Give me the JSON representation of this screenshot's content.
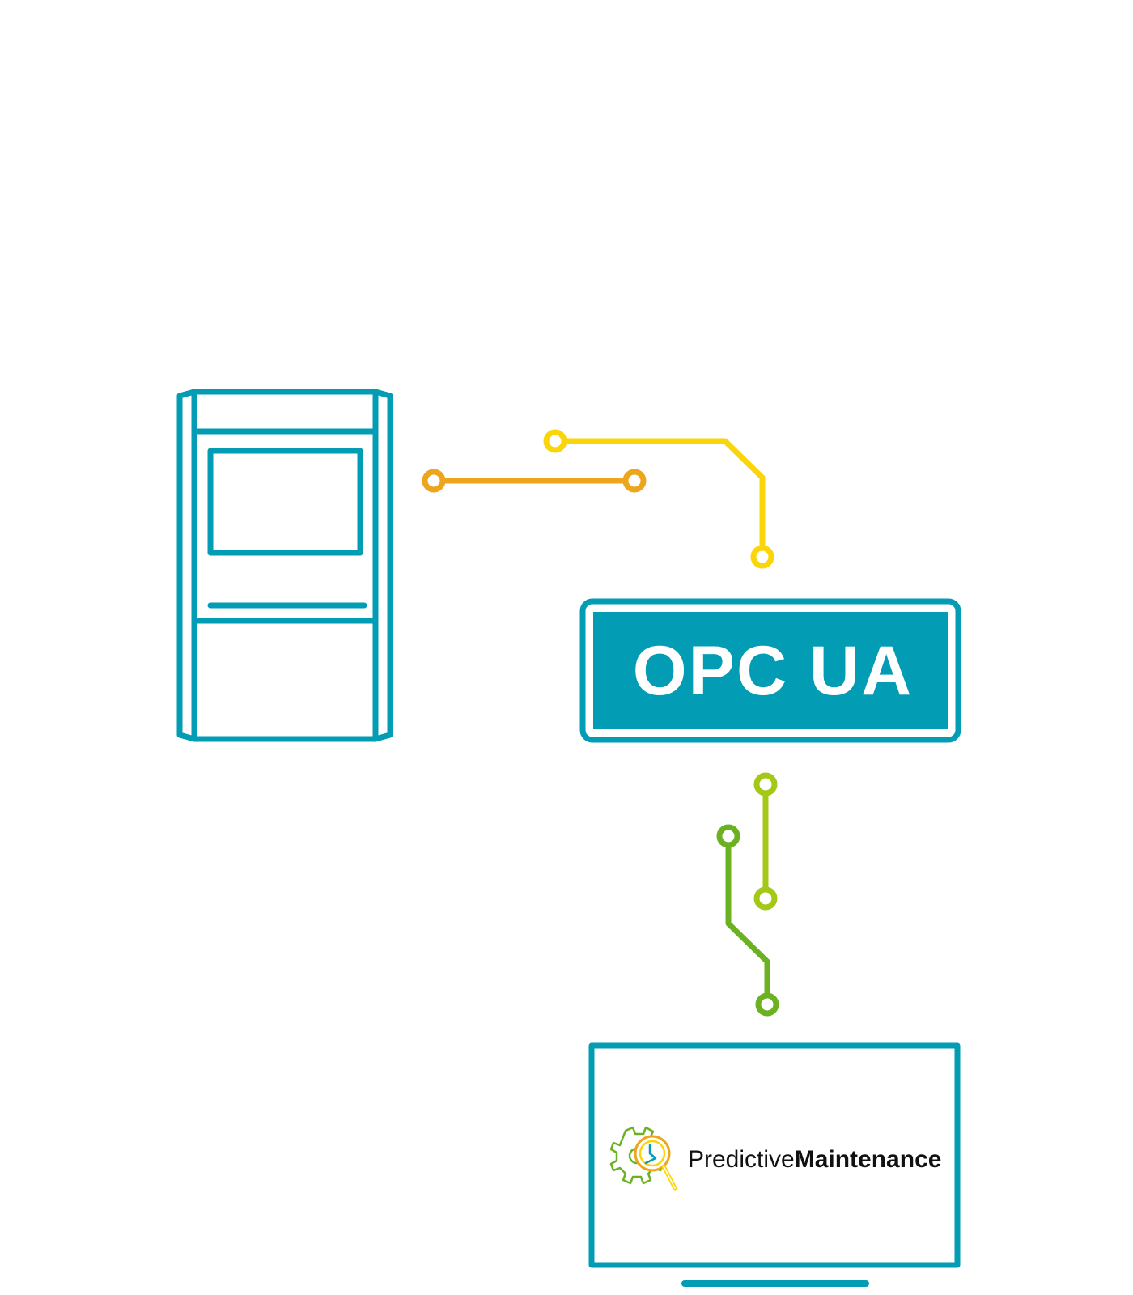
{
  "colors": {
    "primary": "#029cb5",
    "white": "#ffffff",
    "orange": "#eca51c",
    "yellow": "#fad509",
    "lime": "#a3c817",
    "green": "#6cb122",
    "logo_text": "#111111"
  },
  "nodes": {
    "machine": {
      "icon": "machine-cabinet-icon"
    },
    "opc_ua": {
      "label": "OPC UA"
    },
    "monitor": {
      "icon": "monitor-icon",
      "logo": {
        "icon": "gear-magnifier-icon",
        "text_light": "Predictive",
        "text_bold": "Maintenance"
      }
    }
  },
  "connectors": [
    {
      "id": "machine-to-opc-a",
      "color": "orange"
    },
    {
      "id": "machine-to-opc-b",
      "color": "yellow"
    },
    {
      "id": "opc-to-monitor-a",
      "color": "lime"
    },
    {
      "id": "opc-to-monitor-b",
      "color": "green"
    }
  ]
}
